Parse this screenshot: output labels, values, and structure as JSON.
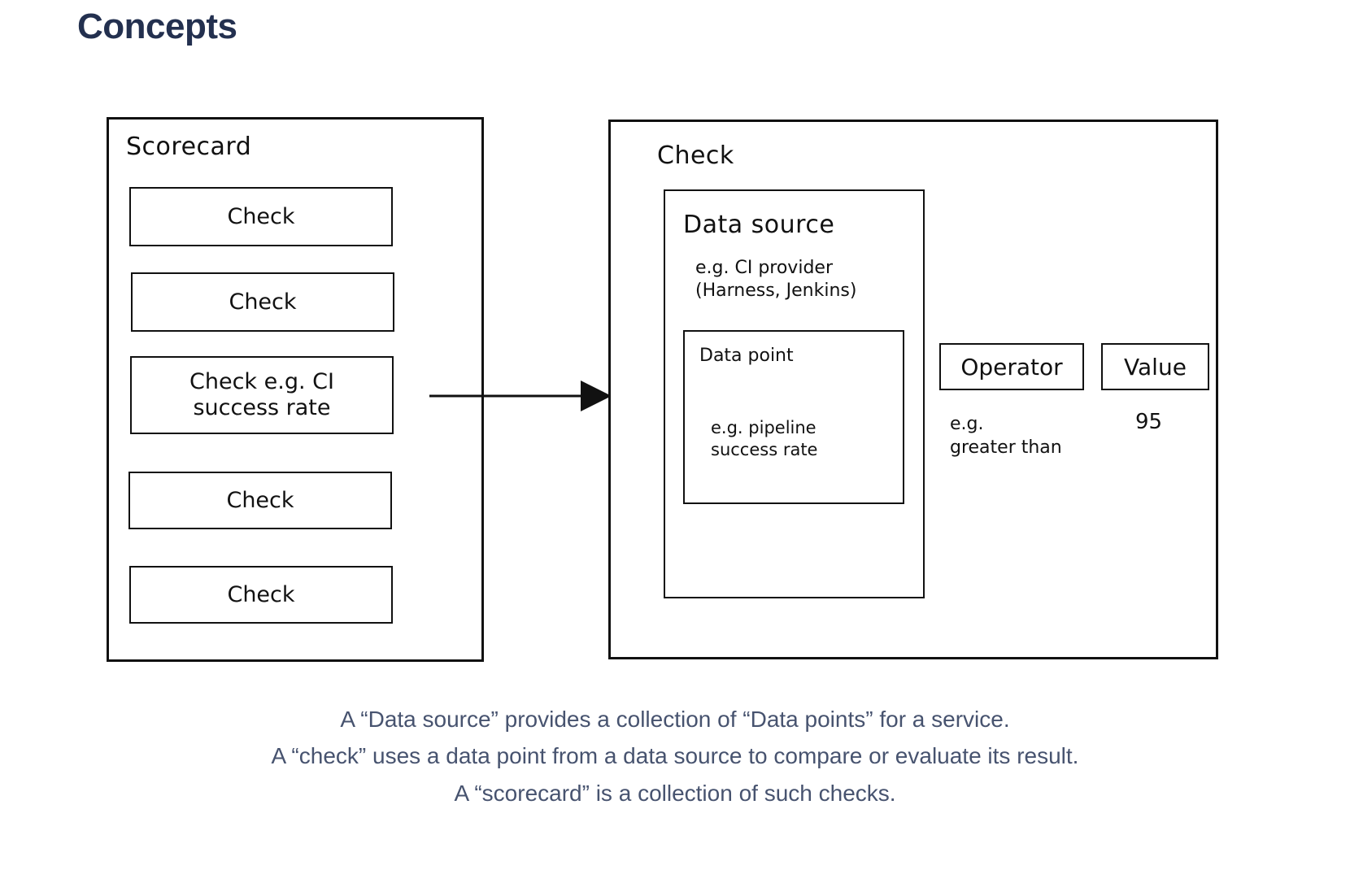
{
  "page": {
    "title": "Concepts",
    "title_color": "#23304f",
    "background": "#ffffff",
    "stroke_color": "#111111"
  },
  "diagram": {
    "scorecard": {
      "label": "Scorecard",
      "checks": [
        {
          "label": "Check"
        },
        {
          "label": "Check"
        },
        {
          "label": "Check e.g. CI\nsuccess rate"
        },
        {
          "label": "Check"
        },
        {
          "label": "Check"
        }
      ]
    },
    "arrow": {
      "name": "arrow-scorecard-check",
      "direction": "right"
    },
    "check": {
      "label": "Check",
      "data_source": {
        "label": "Data source",
        "example": "e.g. CI provider\n(Harness, Jenkins)",
        "data_point": {
          "label": "Data point",
          "example": "e.g. pipeline\nsuccess rate"
        }
      },
      "operator": {
        "label": "Operator",
        "example": "e.g.\ngreater than"
      },
      "value": {
        "label": "Value",
        "example": "95"
      }
    }
  },
  "caption": {
    "color": "#47536f",
    "lines": [
      "A “Data source” provides a collection of “Data points” for a service.",
      "A “check” uses a data point from a data source to compare or evaluate its result.",
      "A “scorecard” is a collection of such checks."
    ]
  }
}
